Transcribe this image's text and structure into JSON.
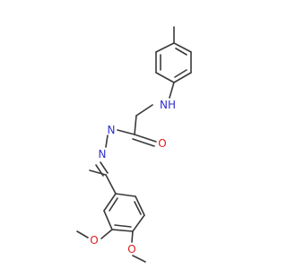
{
  "molecule": {
    "atom_labels": {
      "nh": "NH",
      "n1": "N",
      "n2": "N",
      "o_carbonyl": "O",
      "o_methoxy_3": "O",
      "o_methoxy_4": "O"
    },
    "colors": {
      "bond": "#3a3a3a",
      "nitrogen": "#2f2fd0",
      "oxygen": "#e01b1b",
      "background": "#ffffff"
    }
  }
}
